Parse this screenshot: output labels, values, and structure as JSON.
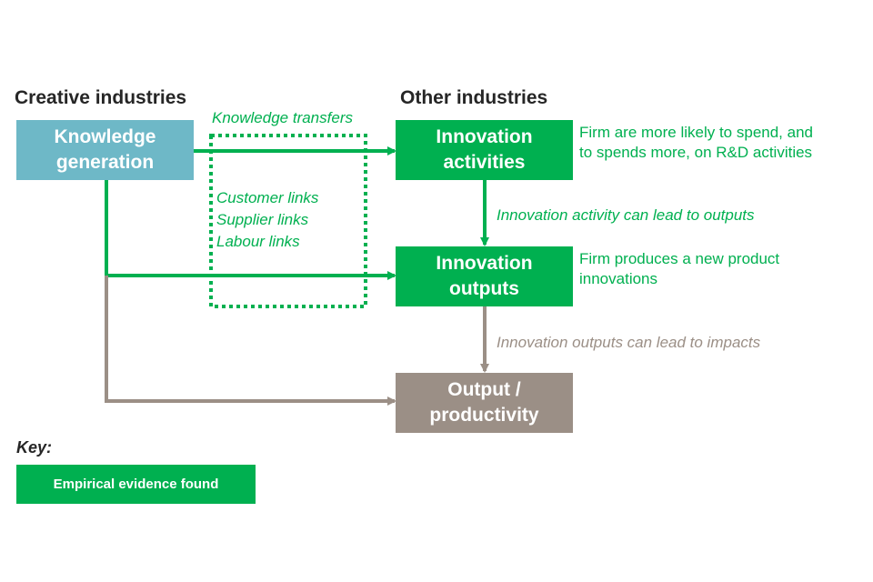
{
  "headings": {
    "left": "Creative industries",
    "right": "Other industries"
  },
  "nodes": {
    "knowledge_generation": "Knowledge\ngeneration",
    "innovation_activities": "Innovation\nactivities",
    "innovation_outputs": "Innovation\noutputs",
    "output_productivity": "Output /\nproductivity"
  },
  "edge_labels": {
    "knowledge_transfers": "Knowledge transfers",
    "links": [
      "Customer links",
      "Supplier links",
      "Labour links"
    ],
    "activity_to_outputs": "Innovation activity can lead to outputs",
    "outputs_to_impacts": "Innovation outputs can lead to impacts"
  },
  "notes": {
    "activities_note": "Firm are more likely to spend, and\nto spends more, on R&D activities",
    "outputs_note": "Firm produces a new product\ninnovations"
  },
  "key": {
    "title": "Key:",
    "items": [
      {
        "label": "Empirical evidence found",
        "color": "#00b050"
      }
    ]
  },
  "colors": {
    "knowledge_box": "#6eb8c7",
    "evidence_green": "#00b050",
    "no_evidence_grey": "#9b8f86",
    "heading_text": "#262626"
  }
}
